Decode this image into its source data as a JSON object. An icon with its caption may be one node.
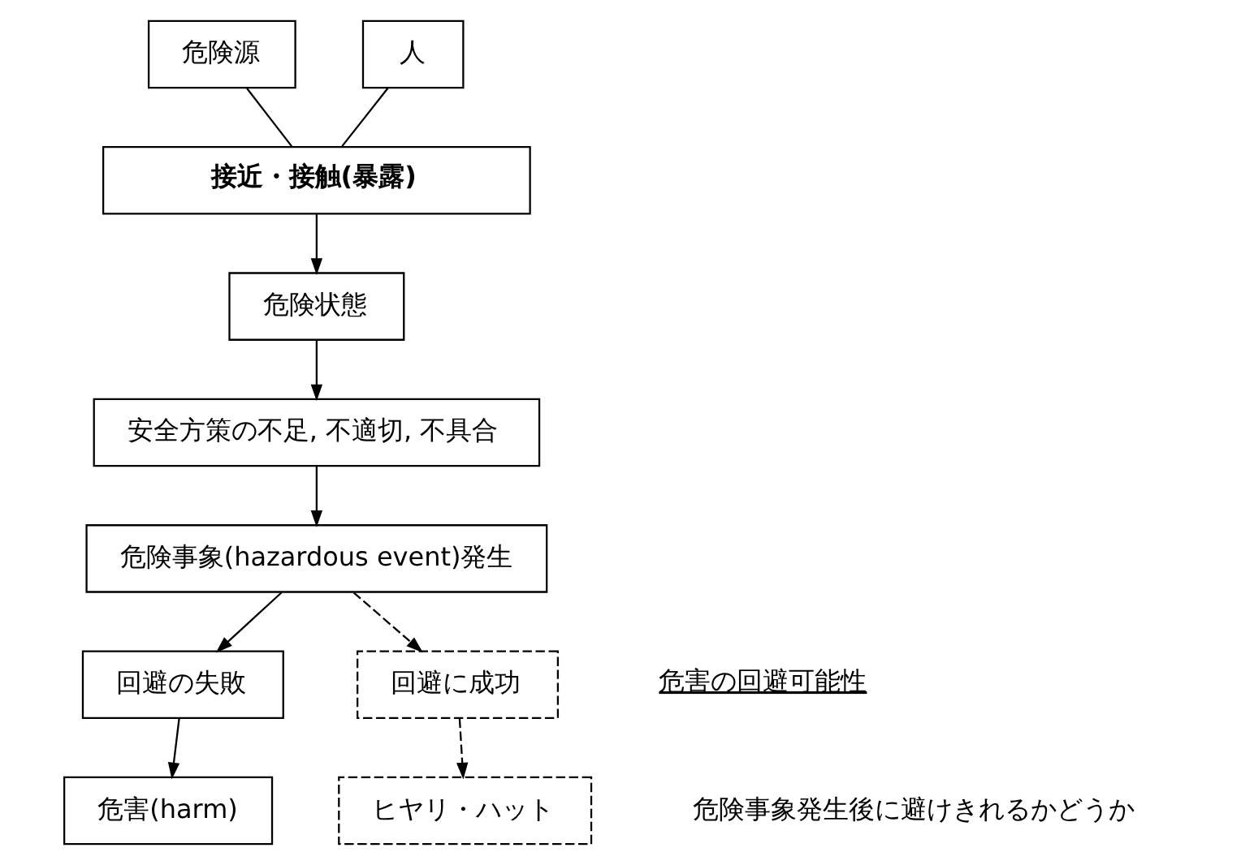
{
  "diagram": {
    "nodes": [
      {
        "text": [
          "危険源"
        ]
      },
      {
        "text": [
          "人"
        ]
      },
      {
        "text": [
          "接近・接触(暴露)"
        ]
      },
      {
        "text": [
          "危険状態"
        ]
      },
      {
        "text": [
          "安全方策の不足, 不適切, 不具合"
        ]
      },
      {
        "text": [
          "危険事象(hazardous event)発生"
        ]
      },
      {
        "text": [
          "回避の失敗"
        ]
      },
      {
        "text": [
          "回避に成功"
        ]
      },
      {
        "text": [
          "危害(harm)"
        ]
      },
      {
        "text": [
          "ヒヤリ・ハット"
        ]
      }
    ],
    "edges": [
      {
        "from": 0,
        "to": 2,
        "arrow": "none"
      },
      {
        "from": 1,
        "to": 2,
        "arrow": "none"
      },
      {
        "from": 2,
        "to": 3,
        "arrow": "to"
      },
      {
        "from": 3,
        "to": 4,
        "arrow": "to"
      },
      {
        "from": 4,
        "to": 5,
        "arrow": "to"
      },
      {
        "from": 5,
        "to": 6,
        "arrow": "to"
      },
      {
        "from": 5,
        "to": 7,
        "arrow": "to",
        "style": "dashed"
      },
      {
        "from": 6,
        "to": 8,
        "arrow": "to"
      },
      {
        "from": 7,
        "to": 9,
        "arrow": "to",
        "style": "dashed"
      }
    ],
    "labels": [
      "危害の回避可能性",
      "危険事象発生後に避けきれるかどうか"
    ]
  }
}
